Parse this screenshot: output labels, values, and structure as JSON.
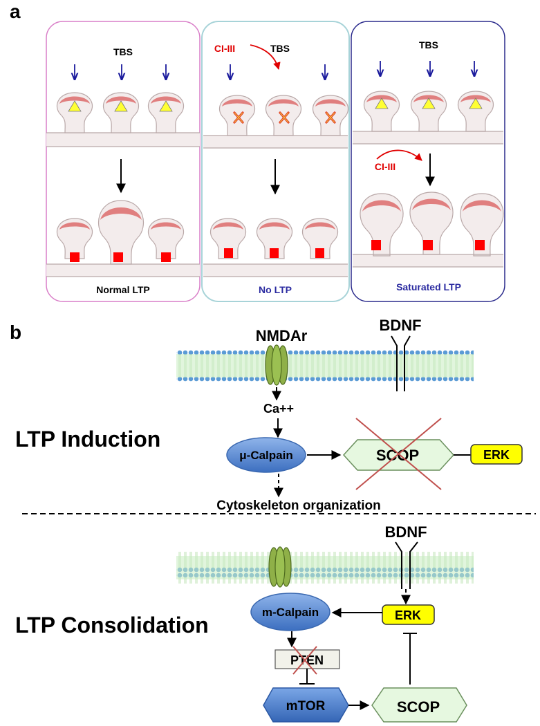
{
  "panel_a": {
    "letter": "a",
    "tbs": "TBS",
    "ci3": "CI-III",
    "normal_caption": "Normal LTP",
    "no_caption": "No LTP",
    "sat_caption": "Saturated LTP"
  },
  "panel_b": {
    "letter": "b",
    "induction_title": "LTP Induction",
    "consolidation_title": "LTP Consolidation",
    "nmdar": "NMDAr",
    "bdnf_top": "BDNF",
    "bdnf_bottom": "BDNF",
    "ca": "Ca++",
    "mu_calpain": "μ-Calpain",
    "scop_top": "SCOP",
    "erk_top": "ERK",
    "cytoskeleton": "Cytoskeleton organization",
    "m_calpain": "m-Calpain",
    "erk_bottom": "ERK",
    "pten": "PTEN",
    "mtor": "mTOR",
    "scop_bottom": "SCOP"
  },
  "colors": {
    "normal_border": "#d97fc8",
    "no_border": "#a7d3d8",
    "sat_border": "#2a2a8c",
    "calpain_blue": "#4f86d0",
    "scop_green": "#e6f8e0",
    "erk_yellow": "#ffff00",
    "cross_red": "#c0504d",
    "membrane_blue": "#5b9bd5",
    "membrane_band": "#c9ecc1",
    "arrow_red": "#e00000",
    "arrow_blue": "#1a1a9c"
  }
}
